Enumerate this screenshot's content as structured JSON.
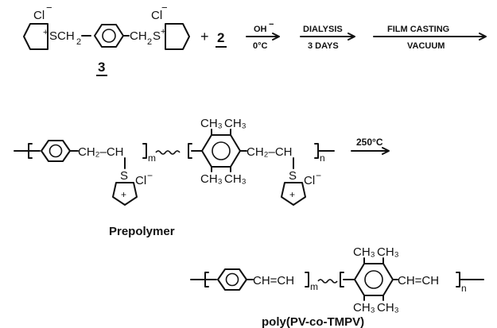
{
  "monomer": {
    "cl_anion": "Cl",
    "anion_charge": "−",
    "plus_charge": "+",
    "s_ch2_left": "SCH",
    "ch2_right_c": "CH",
    "ch2_right_s": "S",
    "subscript_2": "2",
    "label": "3"
  },
  "reaction": {
    "plus": "+",
    "reagent": "2",
    "step1_top": "OH",
    "step1_top_charge": "−",
    "step1_bottom": "0°C",
    "step2_top": "DIALYSIS",
    "step2_bottom": "3 DAYS",
    "step3_top": "FILM CASTING",
    "step3_bottom": "VACUUM"
  },
  "prepolymer": {
    "ch2_ch": "CH₂–CH",
    "sulfur": "S",
    "chloride": "Cl",
    "anion_charge": "−",
    "plus_charge": "+",
    "methyl": "CH₃",
    "subscript_m": "m",
    "subscript_n": "n",
    "heat": "250°C",
    "label": "Prepolymer"
  },
  "copolymer": {
    "vinylene": "CH=CH",
    "methyl": "CH₃",
    "subscript_m": "m",
    "subscript_n": "n",
    "label": "poly(PV-co-TMPV)"
  }
}
